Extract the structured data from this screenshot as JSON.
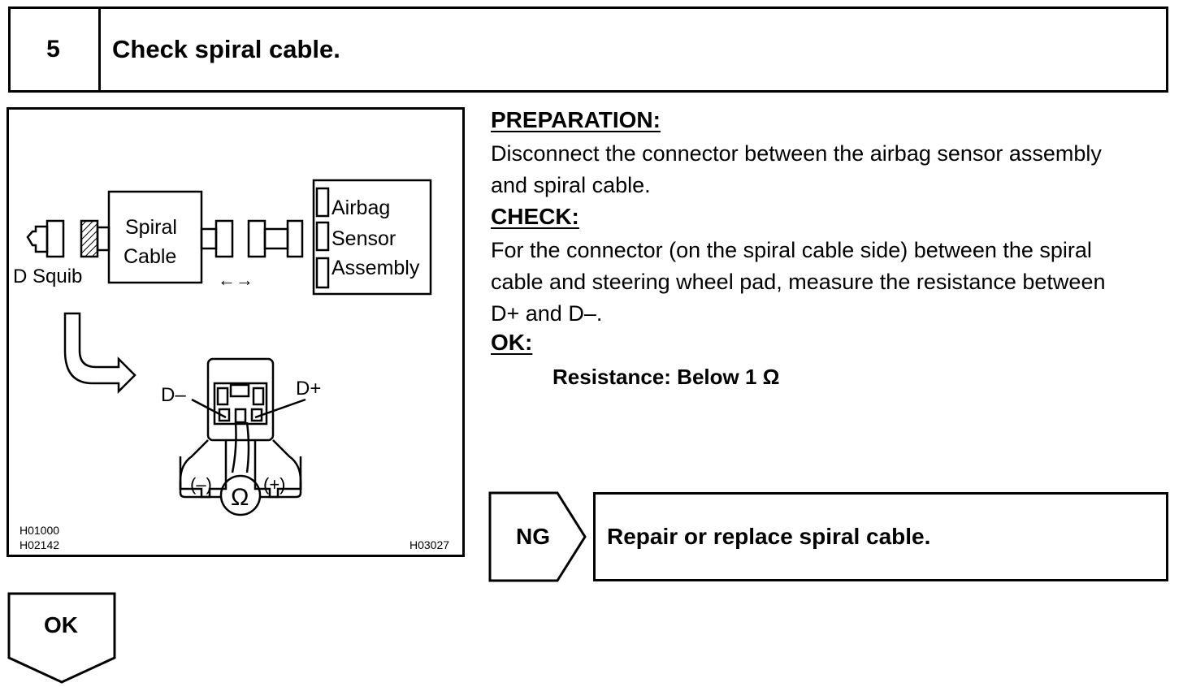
{
  "step": {
    "number": "5",
    "title": "Check spiral cable."
  },
  "figure": {
    "labels": {
      "d_squib": "D Squib",
      "spiral_line1": "Spiral",
      "spiral_line2": "Cable",
      "airbag": "Airbag",
      "sensor": "Sensor",
      "assembly": "Assembly",
      "arrows": "←→",
      "d_minus": "D–",
      "d_plus": "D+",
      "neg": "(–)",
      "pos": "(+)",
      "ohm": "Ω",
      "code1": "H01000",
      "code2": "H02142",
      "code3": "H03027"
    }
  },
  "preparation": {
    "heading": "PREPARATION:",
    "line1": "Disconnect the connector between the airbag sensor assembly",
    "line2": "and spiral cable."
  },
  "check": {
    "heading": "CHECK:",
    "line1": "For the connector (on the spiral cable side) between the spiral",
    "line2": "cable and steering wheel pad, measure the resistance between",
    "line3": "D+ and D–."
  },
  "ok_spec": {
    "heading": "OK:",
    "value": "Resistance: Below 1 Ω"
  },
  "ng_result": {
    "label": "NG",
    "action": "Repair or replace spiral cable."
  },
  "ok_result": {
    "label": "OK"
  }
}
